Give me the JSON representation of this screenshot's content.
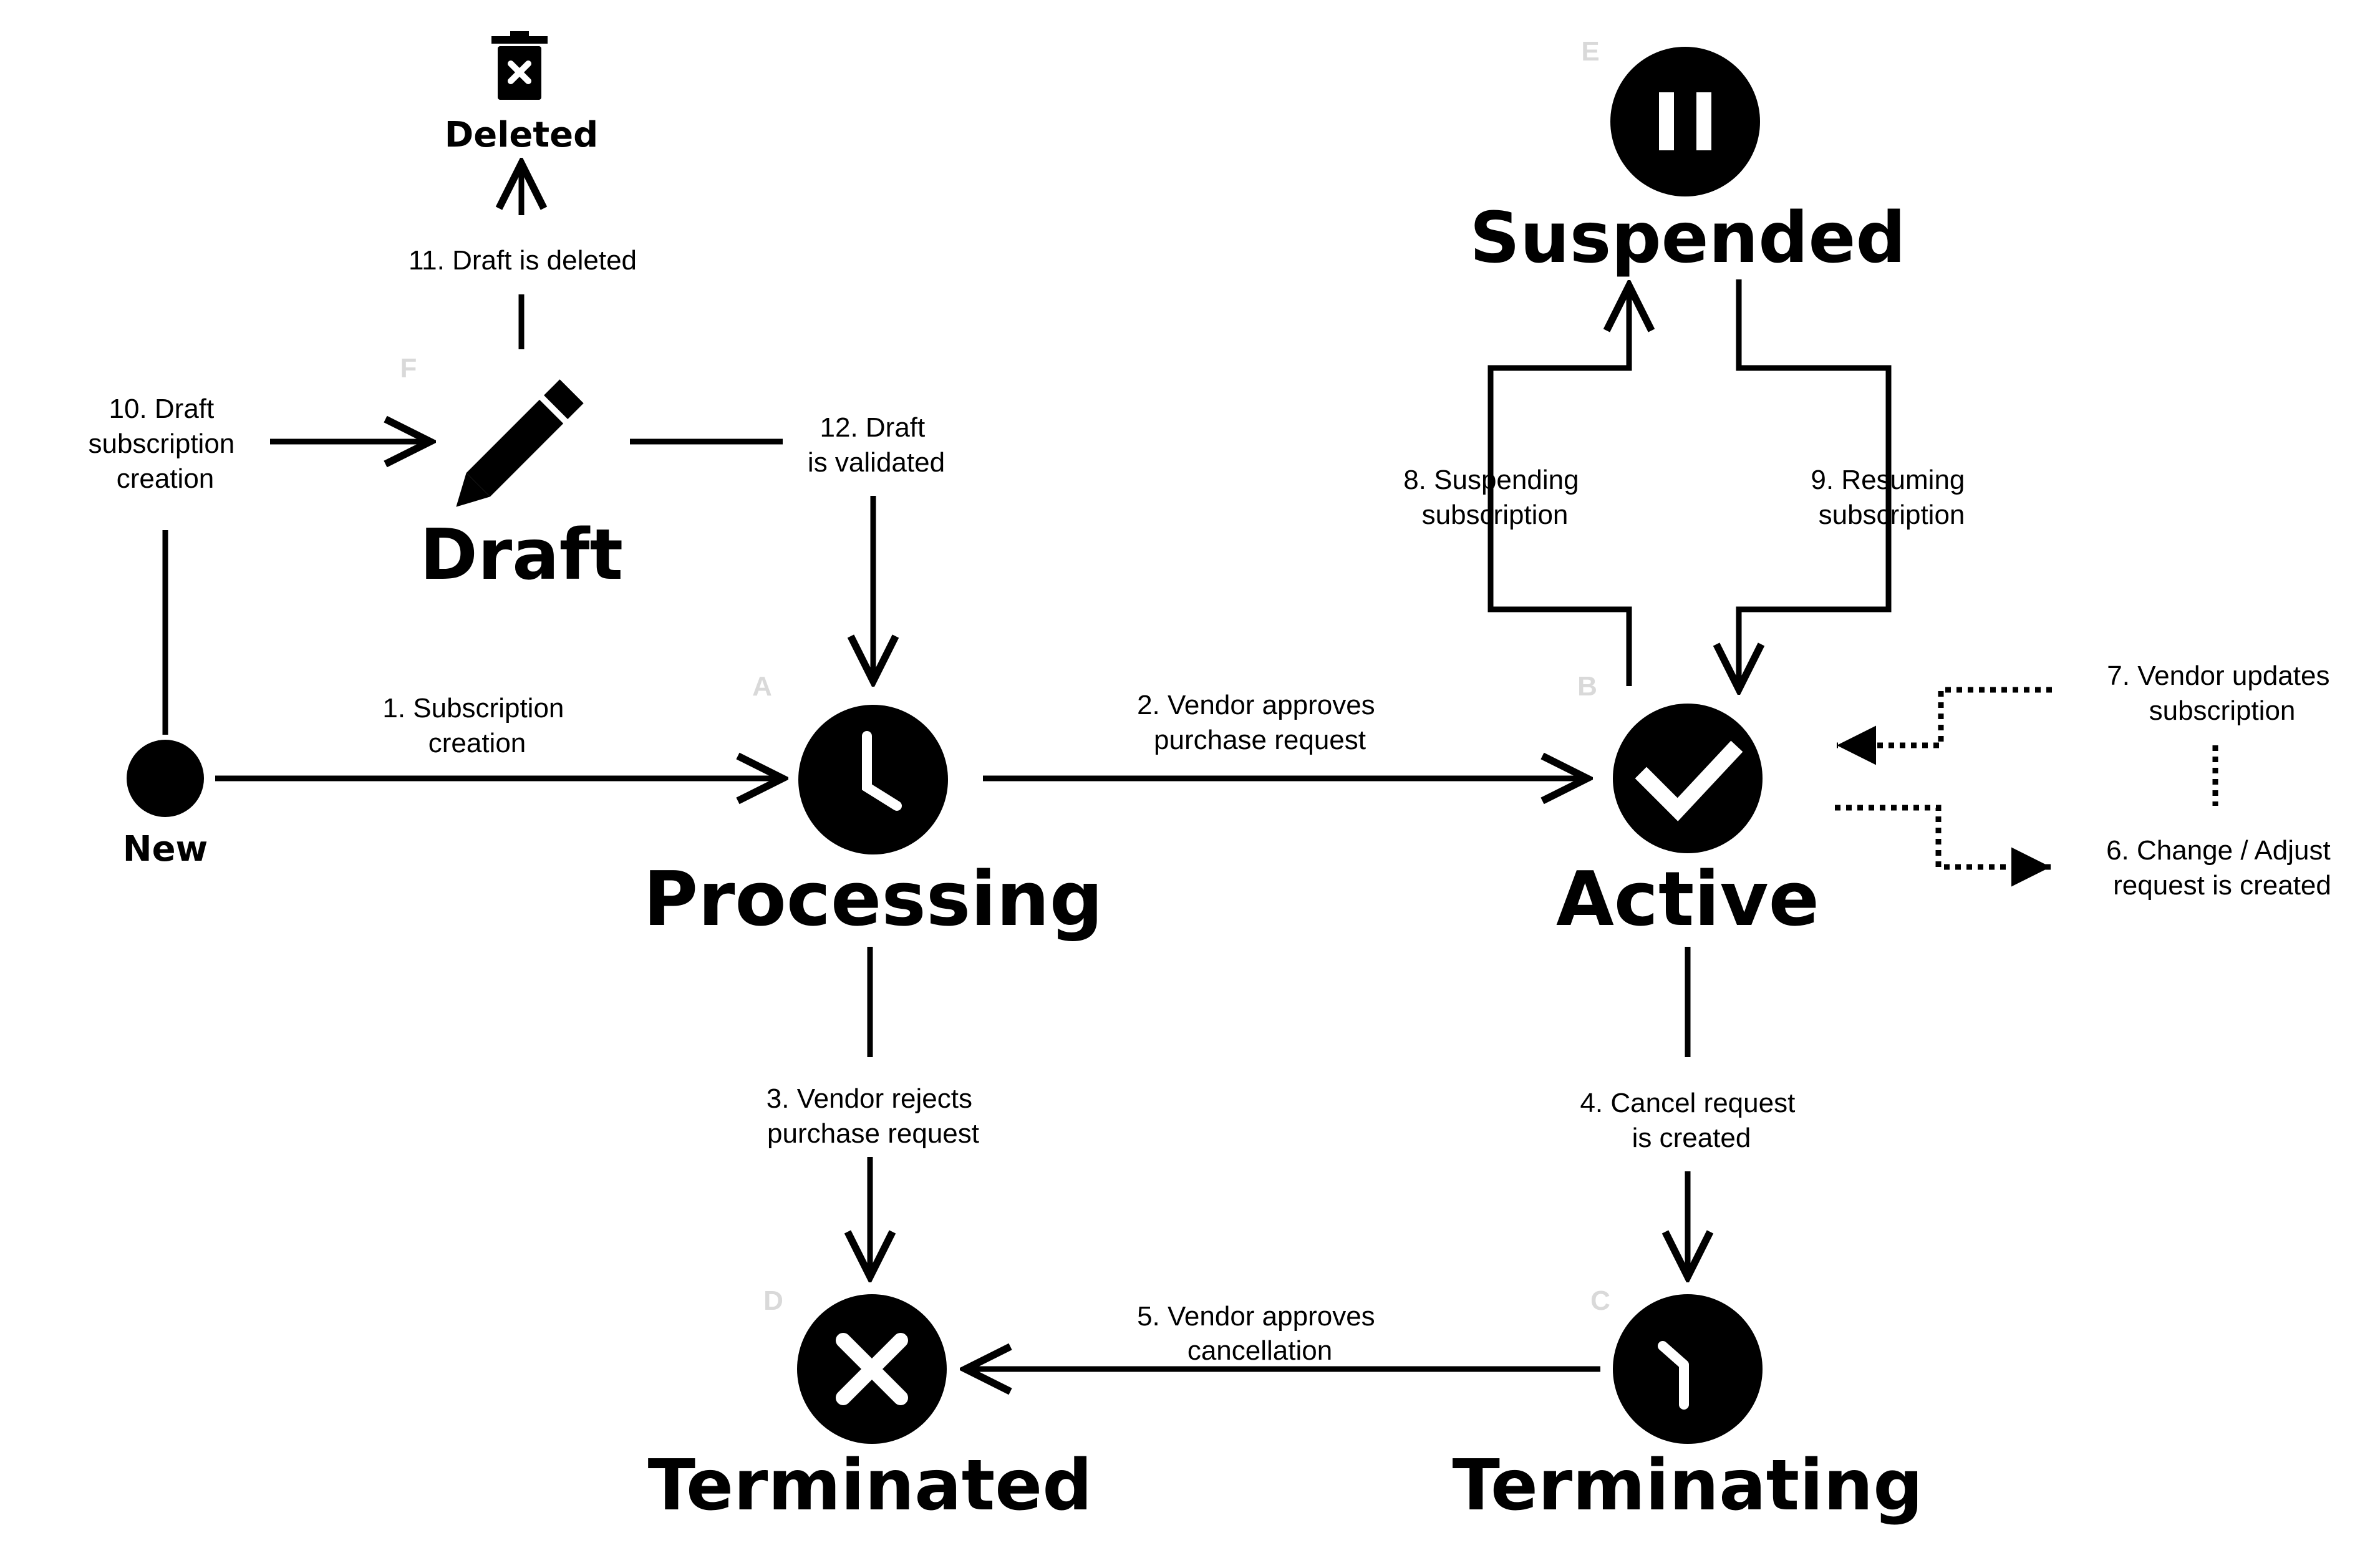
{
  "states": {
    "new": {
      "label": "New"
    },
    "draft": {
      "label": "Draft",
      "letter": "F"
    },
    "deleted": {
      "label": "Deleted"
    },
    "processing": {
      "label": "Processing",
      "letter": "A"
    },
    "active": {
      "label": "Active",
      "letter": "B"
    },
    "suspended": {
      "label": "Suspended",
      "letter": "E"
    },
    "terminating": {
      "label": "Terminating",
      "letter": "C"
    },
    "terminated": {
      "label": "Terminated",
      "letter": "D"
    }
  },
  "transitions": {
    "t1": [
      "1. Subscription",
      "creation"
    ],
    "t2": [
      "2. Vendor approves",
      "purchase request"
    ],
    "t3": [
      "3. Vendor rejects",
      "purchase request"
    ],
    "t4": [
      "4. Cancel request",
      "is created"
    ],
    "t5": [
      "5. Vendor approves",
      "cancellation"
    ],
    "t6": [
      "6. Change / Adjust",
      "request is created"
    ],
    "t7": [
      "7. Vendor updates",
      "subscription"
    ],
    "t8": [
      "8. Suspending",
      "subscription"
    ],
    "t9": [
      "9. Resuming",
      "subscription"
    ],
    "t10": [
      "10. Draft",
      "subscription",
      "creation"
    ],
    "t11": [
      "11. Draft is deleted"
    ],
    "t12": [
      "12. Draft",
      "is validated"
    ]
  },
  "icons": {
    "processing": "clock-icon",
    "active": "checkmark-icon",
    "suspended": "pause-icon",
    "terminating": "clock-ending-icon",
    "terminated": "x-icon",
    "draft": "pencil-icon",
    "deleted": "trash-icon"
  },
  "colors": {
    "ink": "#000000",
    "letter": "#d9d9d9",
    "background": "#ffffff"
  }
}
